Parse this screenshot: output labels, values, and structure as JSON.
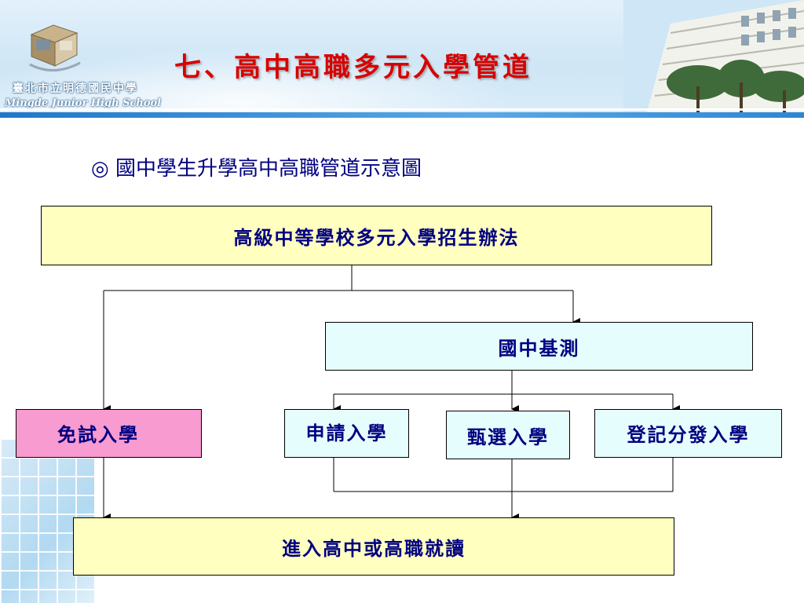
{
  "header": {
    "title": "七、高中高職多元入學管道",
    "school_name_cn": "臺北市立明德國民中學",
    "school_name_en": "Mingde Junior High School"
  },
  "subtitle": "◎ 國中學生升學高中高職管道示意圖",
  "diagram": {
    "top": "高級中等學校多元入學招生辦法",
    "exam": "國中基測",
    "exempt": "免試入學",
    "apply": "申請入學",
    "select": "甄選入學",
    "register": "登記分發入學",
    "result": "進入高中或高職就讀"
  },
  "colors": {
    "title": "#d80000",
    "text": "#000080",
    "box_yellow": "#ffffc0",
    "box_cyan": "#e6fdfd",
    "box_pink": "#f79bd0",
    "stripe": "#1f78c8"
  }
}
